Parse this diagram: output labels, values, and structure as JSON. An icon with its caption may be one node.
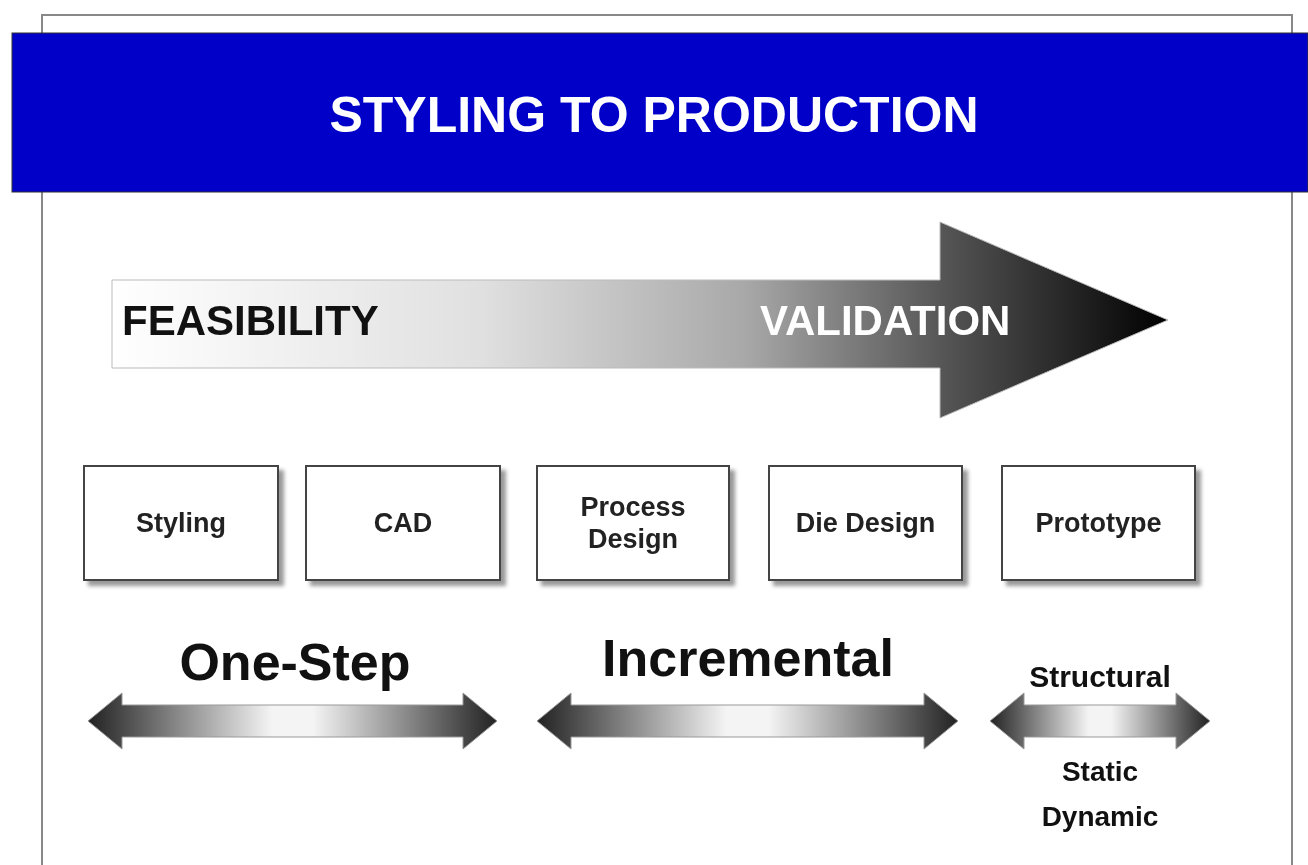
{
  "diagram": {
    "title": "STYLING TO PRODUCTION",
    "nodes": [
      {
        "text": [
          "Styling"
        ]
      },
      {
        "text": [
          "CAD"
        ]
      },
      {
        "text": [
          "Process Design"
        ]
      },
      {
        "text": [
          "Die Design"
        ]
      },
      {
        "text": [
          "Prototype"
        ]
      }
    ],
    "labels": [
      "FEASIBILITY",
      "VALIDATION",
      "One-Step",
      "Incremental",
      "Structural",
      "Static",
      "Dynamic"
    ]
  }
}
